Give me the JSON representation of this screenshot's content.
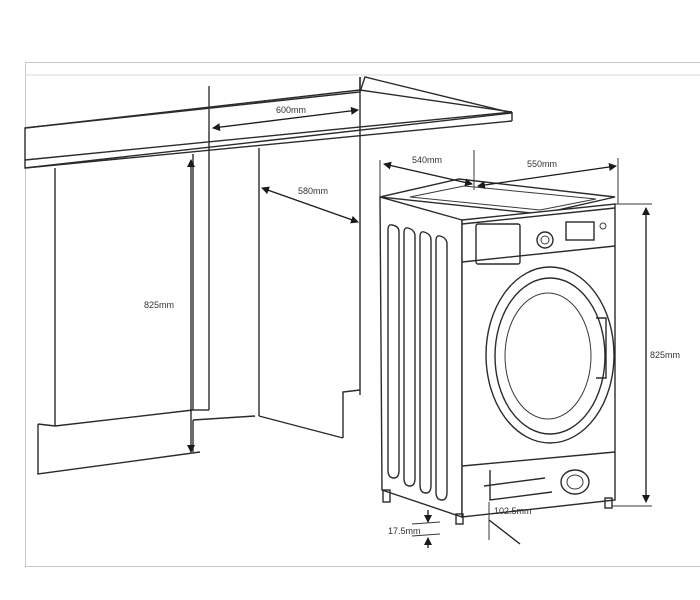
{
  "dimensions": {
    "cabinet_width": "600mm",
    "cabinet_depth": "580mm",
    "cabinet_height": "825mm",
    "machine_width": "540mm",
    "machine_depth": "550mm",
    "machine_height": "825mm",
    "foot_height": "17.5mm",
    "plinth_depth": "102.5mm"
  },
  "colors": {
    "line": "#2b2b2b",
    "frame_border": "#c9c9c9",
    "background": "#ffffff"
  }
}
